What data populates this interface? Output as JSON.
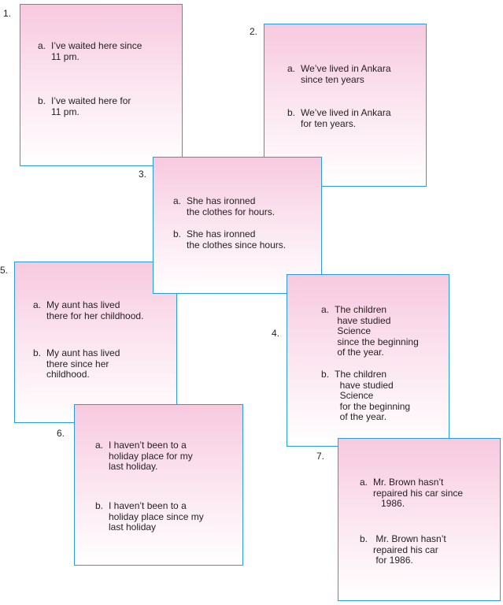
{
  "items": [
    {
      "number": "1.",
      "a_label": "a.",
      "a_text": "I’ve waited here since\n11 pm.",
      "b_label": "b.",
      "b_text": "I’ve waited here for\n11 pm."
    },
    {
      "number": "2.",
      "a_label": "a.",
      "a_text": "We’ve lived in Ankara\nsince ten years",
      "b_label": "b.",
      "b_text": "We’ve lived in Ankara\nfor ten years."
    },
    {
      "number": "3.",
      "a_label": "a.",
      "a_text": "She has ironned\nthe clothes for hours.",
      "b_label": "b.",
      "b_text": "She has ironned\nthe clothes since hours."
    },
    {
      "number": "4.",
      "a_label": "a.",
      "a_text": "The children\n have studied\n Science\n since the beginning\n of the year.",
      "b_label": "b.",
      "b_text": "The children\n  have studied\n  Science\n  for the beginning\n  of the year."
    },
    {
      "number": "5.",
      "a_label": "a.",
      "a_text": "My aunt has lived\nthere for her childhood.",
      "b_label": "b.",
      "b_text": "My aunt has lived\nthere since her\nchildhood."
    },
    {
      "number": "6.",
      "a_label": "a.",
      "a_text": "I haven’t been to a\nholiday place for my\nlast holiday.",
      "b_label": "b.",
      "b_text": "I haven’t been to a\nholiday place since my\nlast holiday"
    },
    {
      "number": "7.",
      "a_label": "a.",
      "a_text": "Mr. Brown hasn’t\nrepaired his car since\n   1986.",
      "b_label": "b.",
      "b_text": " Mr. Brown hasn’t\nrepaired his car\n for 1986."
    }
  ]
}
